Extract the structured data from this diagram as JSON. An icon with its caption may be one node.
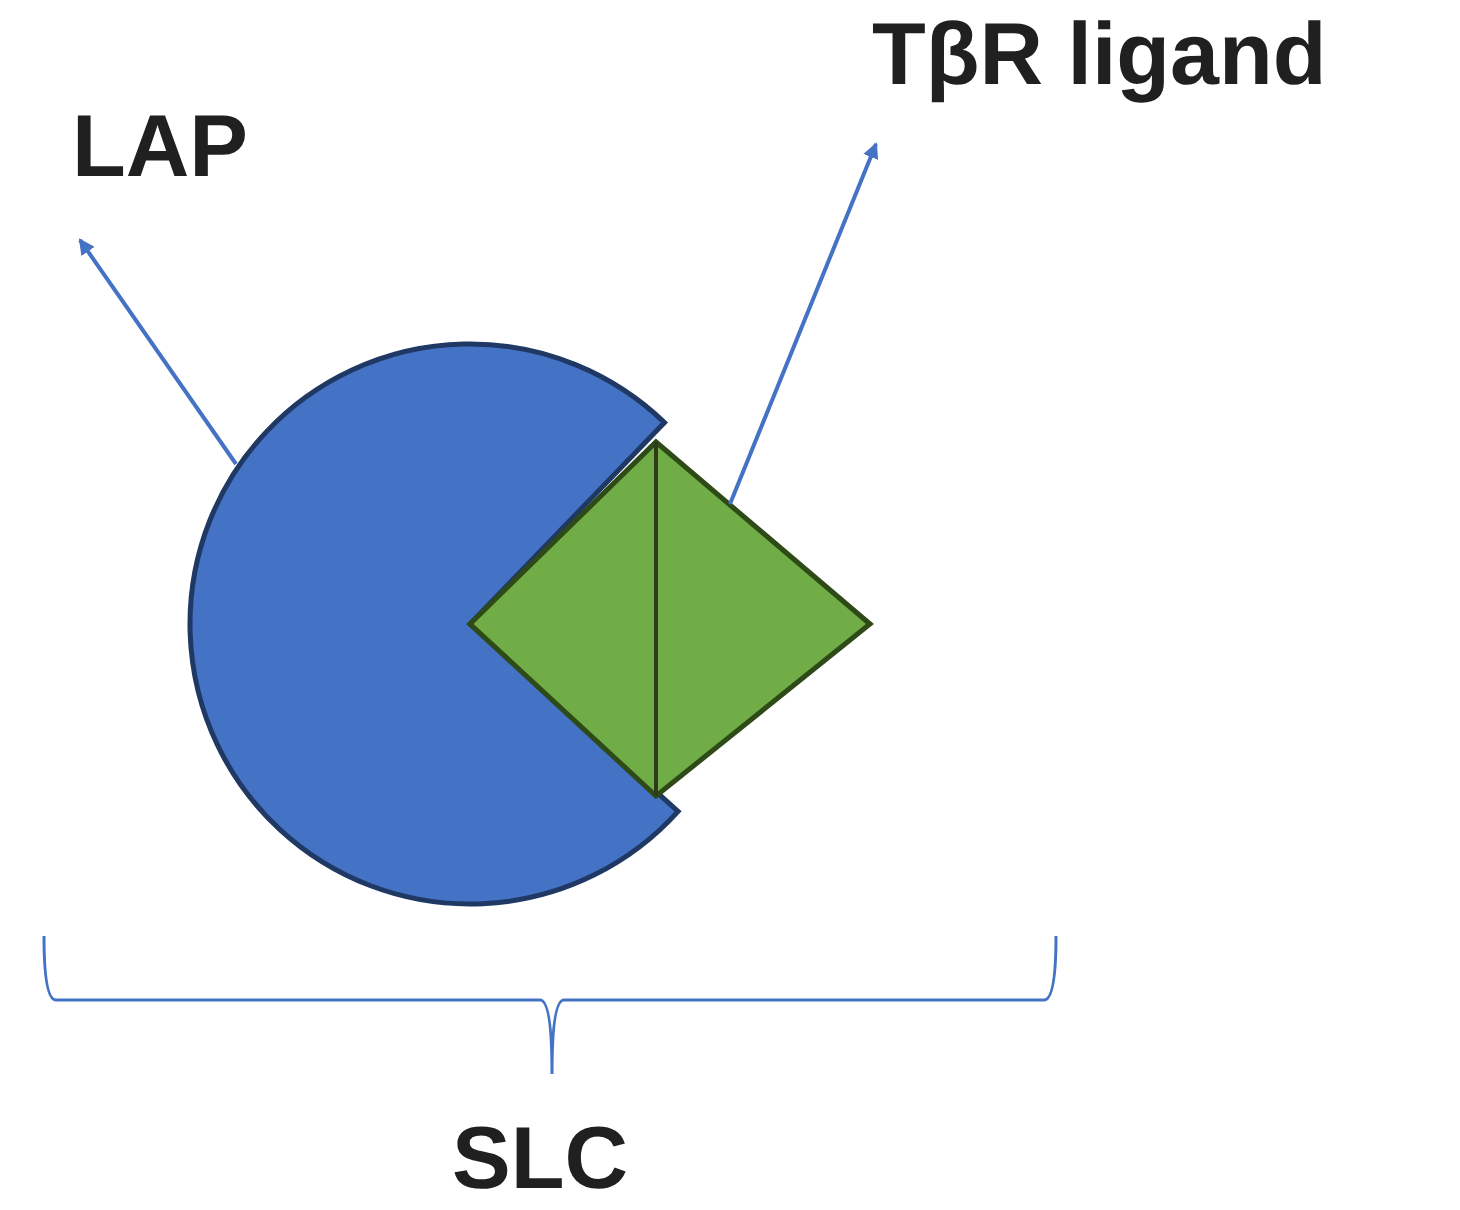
{
  "diagram": {
    "nodes": [
      {
        "text": [
          "LAP"
        ]
      },
      {
        "text": [
          "TβR ligand"
        ]
      },
      {
        "text": [],
        "shape": "circle"
      },
      {
        "text": [],
        "shape": "diamond"
      }
    ],
    "edges": [
      {
        "from": 2,
        "to": 0,
        "arrow": "to"
      },
      {
        "from": 3,
        "to": 1,
        "arrow": "to"
      }
    ],
    "labels": [
      "SLC"
    ]
  }
}
